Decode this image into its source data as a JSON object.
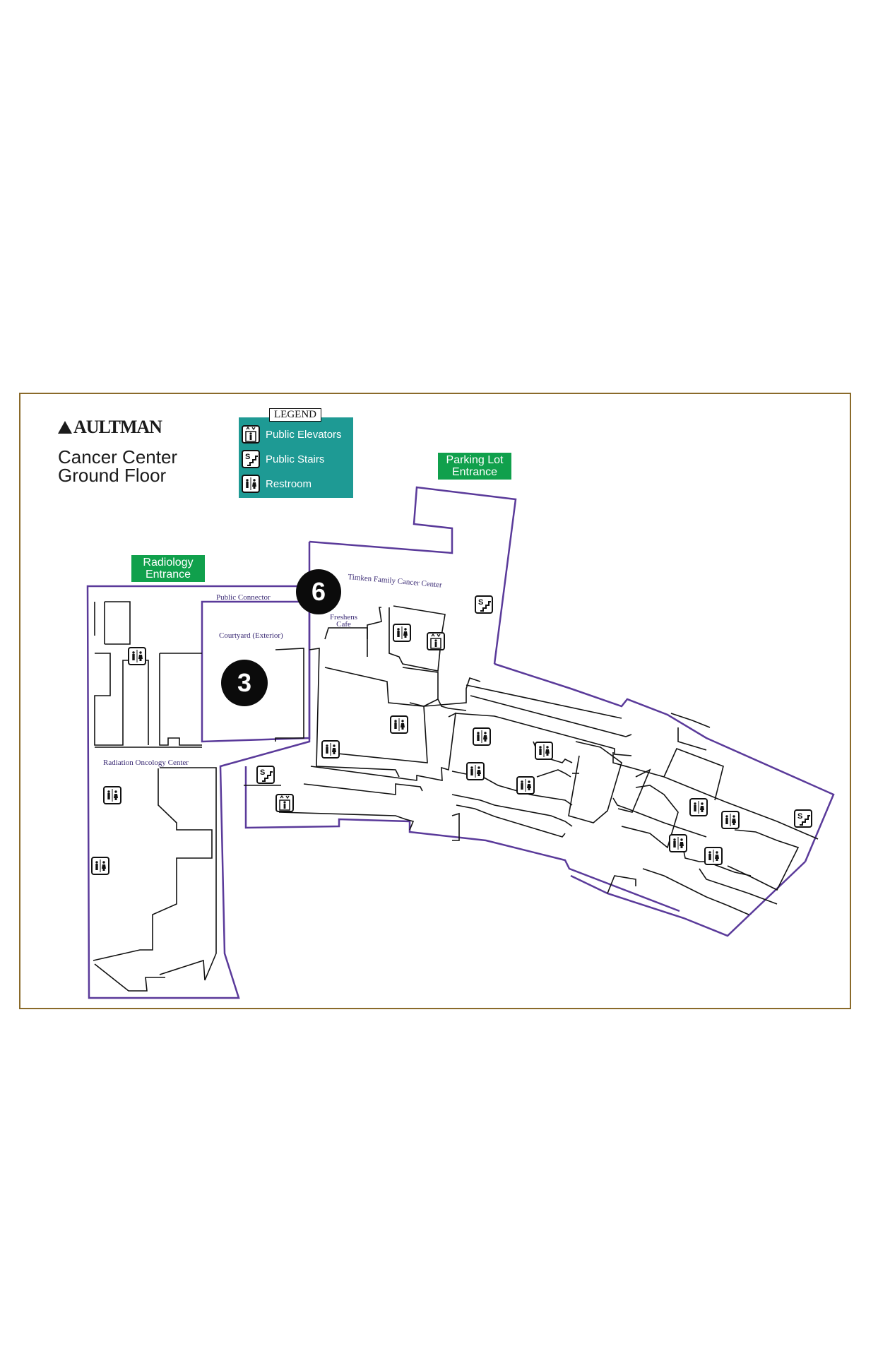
{
  "brand": {
    "name": "AULTMAN"
  },
  "title": {
    "line1": "Cancer Center",
    "line2": "Ground Floor"
  },
  "legend": {
    "title": "LEGEND",
    "items": [
      {
        "icon": "elevator-icon",
        "label": "Public Elevators"
      },
      {
        "icon": "stairs-icon",
        "label": "Public Stairs"
      },
      {
        "icon": "restroom-icon",
        "label": "Restroom"
      }
    ]
  },
  "entrances": {
    "parking": {
      "line1": "Parking Lot",
      "line2": "Entrance"
    },
    "radiology": {
      "line1": "Radiology",
      "line2": "Entrance"
    }
  },
  "markers": {
    "courtyard": "3",
    "connector": "6"
  },
  "areas": {
    "public_connector": "Public Connector",
    "courtyard": "Courtyard (Exterior)",
    "timken": "Timken Family Cancer Center",
    "freshens_1": "Freshens",
    "freshens_2": "Cafe",
    "radiation": "Radiation Oncology Center"
  },
  "colors": {
    "outline": "#5a3a9a",
    "frame": "#8a6a2a",
    "legend_bg": "#1e9a94",
    "entrance_bg": "#10a04c",
    "marker_bg": "#0b0b0b"
  }
}
